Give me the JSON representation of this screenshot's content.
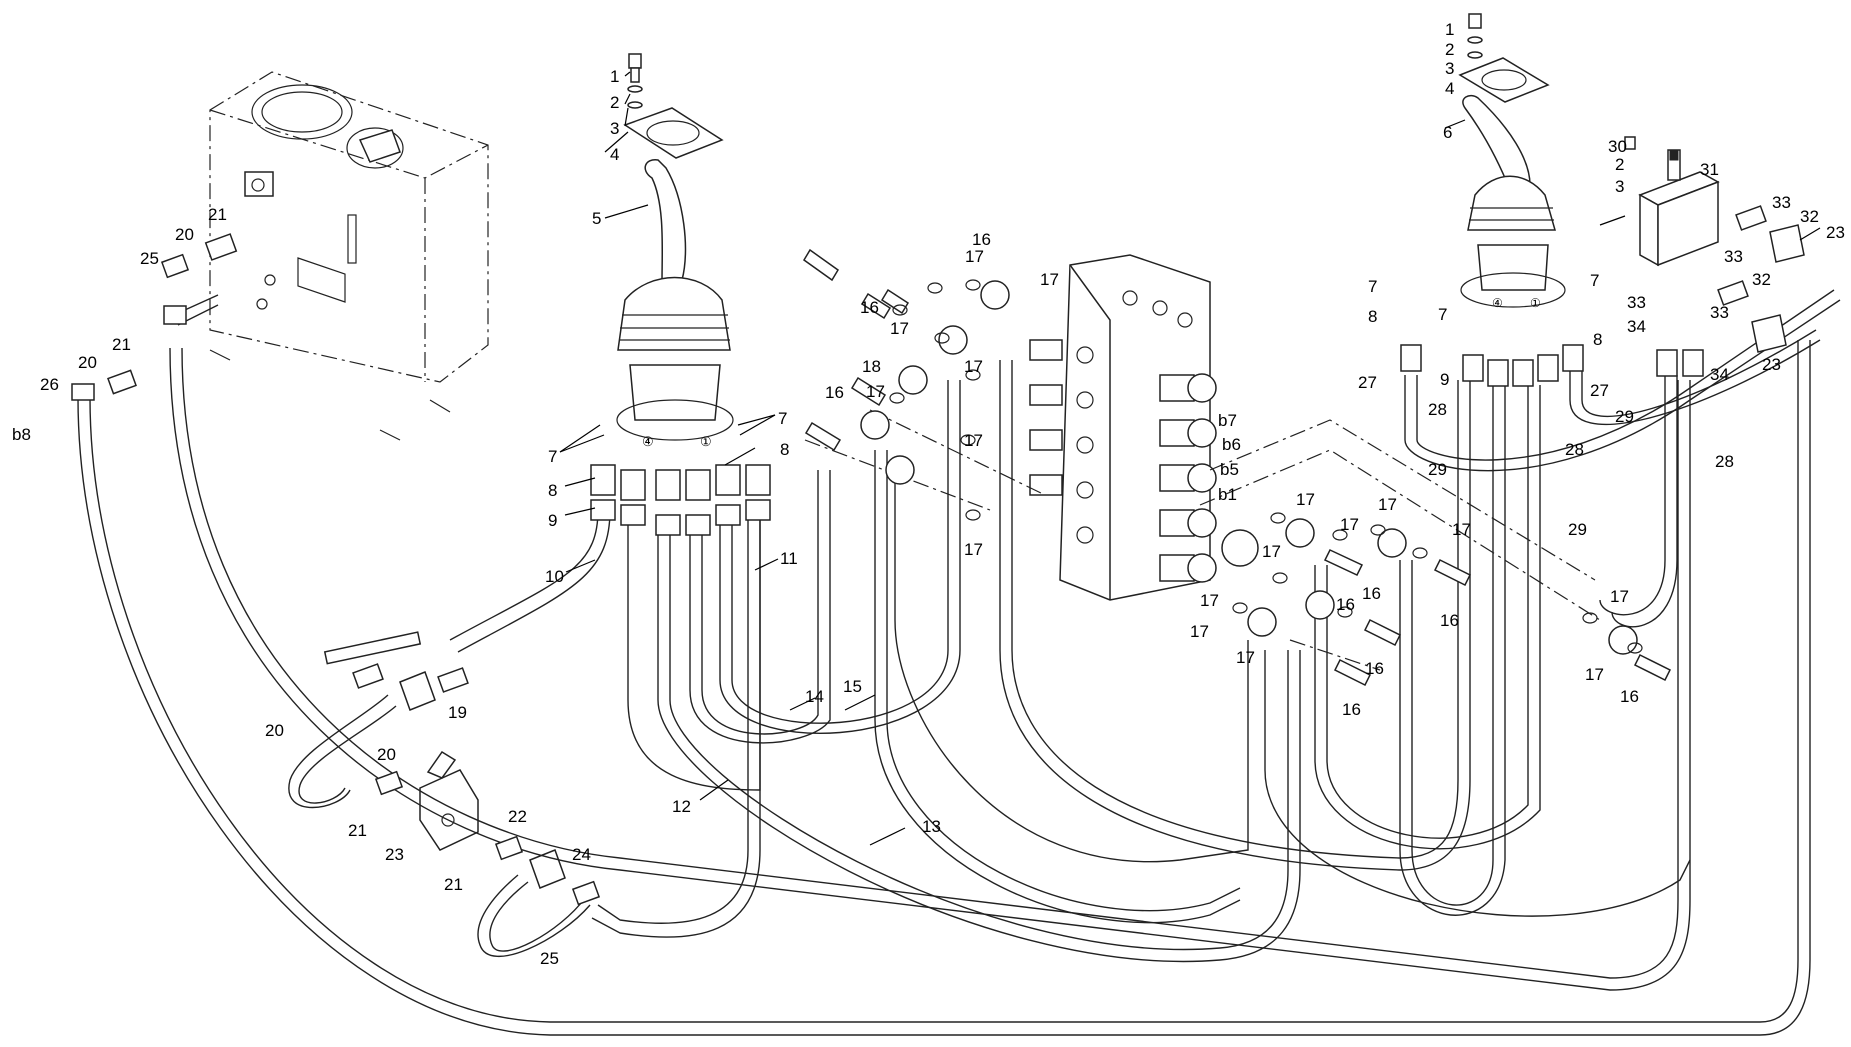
{
  "callouts": [
    {
      "label": "1"
    },
    {
      "label": "2"
    },
    {
      "label": "3"
    },
    {
      "label": "4"
    },
    {
      "label": "5"
    },
    {
      "label": "7"
    },
    {
      "label": "7"
    },
    {
      "label": "8"
    },
    {
      "label": "8"
    },
    {
      "label": "9"
    },
    {
      "label": "10"
    },
    {
      "label": "11"
    },
    {
      "label": "12"
    },
    {
      "label": "13"
    },
    {
      "label": "14"
    },
    {
      "label": "15"
    },
    {
      "label": "16"
    },
    {
      "label": "16"
    },
    {
      "label": "16"
    },
    {
      "label": "17"
    },
    {
      "label": "17"
    },
    {
      "label": "17"
    },
    {
      "label": "17"
    },
    {
      "label": "17"
    },
    {
      "label": "17"
    },
    {
      "label": "17"
    },
    {
      "label": "18"
    },
    {
      "label": "19"
    },
    {
      "label": "20"
    },
    {
      "label": "20"
    },
    {
      "label": "20"
    },
    {
      "label": "20"
    },
    {
      "label": "21"
    },
    {
      "label": "21"
    },
    {
      "label": "21"
    },
    {
      "label": "21"
    },
    {
      "label": "22"
    },
    {
      "label": "23"
    },
    {
      "label": "24"
    },
    {
      "label": "25"
    },
    {
      "label": "25"
    },
    {
      "label": "26"
    },
    {
      "label": "b8"
    },
    {
      "label": "b7"
    },
    {
      "label": "b6"
    },
    {
      "label": "b5"
    },
    {
      "label": "b1"
    },
    {
      "label": "17"
    },
    {
      "label": "17"
    },
    {
      "label": "17"
    },
    {
      "label": "17"
    },
    {
      "label": "17"
    },
    {
      "label": "17"
    },
    {
      "label": "16"
    },
    {
      "label": "16"
    },
    {
      "label": "16"
    },
    {
      "label": "16"
    },
    {
      "label": "16"
    },
    {
      "label": "17"
    },
    {
      "label": "17"
    },
    {
      "label": "1"
    },
    {
      "label": "2"
    },
    {
      "label": "3"
    },
    {
      "label": "4"
    },
    {
      "label": "6"
    },
    {
      "label": "7"
    },
    {
      "label": "7"
    },
    {
      "label": "7"
    },
    {
      "label": "8"
    },
    {
      "label": "8"
    },
    {
      "label": "9"
    },
    {
      "label": "27"
    },
    {
      "label": "27"
    },
    {
      "label": "28"
    },
    {
      "label": "28"
    },
    {
      "label": "28"
    },
    {
      "label": "29"
    },
    {
      "label": "29"
    },
    {
      "label": "29"
    },
    {
      "label": "30"
    },
    {
      "label": "2"
    },
    {
      "label": "3"
    },
    {
      "label": "31"
    },
    {
      "label": "32"
    },
    {
      "label": "32"
    },
    {
      "label": "33"
    },
    {
      "label": "33"
    },
    {
      "label": "33"
    },
    {
      "label": "33"
    },
    {
      "label": "34"
    },
    {
      "label": "34"
    },
    {
      "label": "23"
    },
    {
      "label": "23"
    },
    {
      "label": "16"
    },
    {
      "label": "17"
    },
    {
      "label": "17"
    }
  ],
  "port_marks": [
    {
      "label": "④"
    },
    {
      "label": "①"
    },
    {
      "label": "④"
    },
    {
      "label": "①"
    }
  ]
}
